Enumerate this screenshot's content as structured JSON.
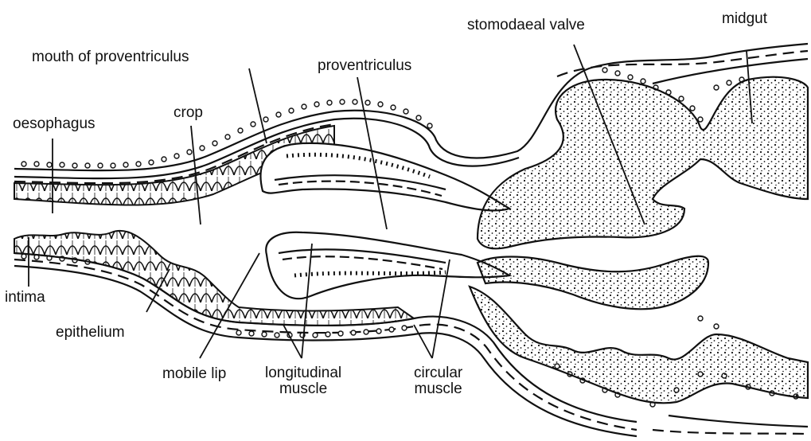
{
  "labels": {
    "stomodaeal_valve": "stomodaeal valve",
    "midgut": "midgut",
    "mouth_of_proventriculus": "mouth of proventriculus",
    "proventriculus": "proventriculus",
    "oesophagus": "oesophagus",
    "crop": "crop",
    "intima": "intima",
    "epithelium": "epithelium",
    "mobile_lip": "mobile lip",
    "longitudinal_muscle_1": "longitudinal",
    "longitudinal_muscle_2": "muscle",
    "circular_muscle_1": "circular",
    "circular_muscle_2": "muscle"
  },
  "colors": {
    "ink": "#111111",
    "background": "#ffffff"
  }
}
